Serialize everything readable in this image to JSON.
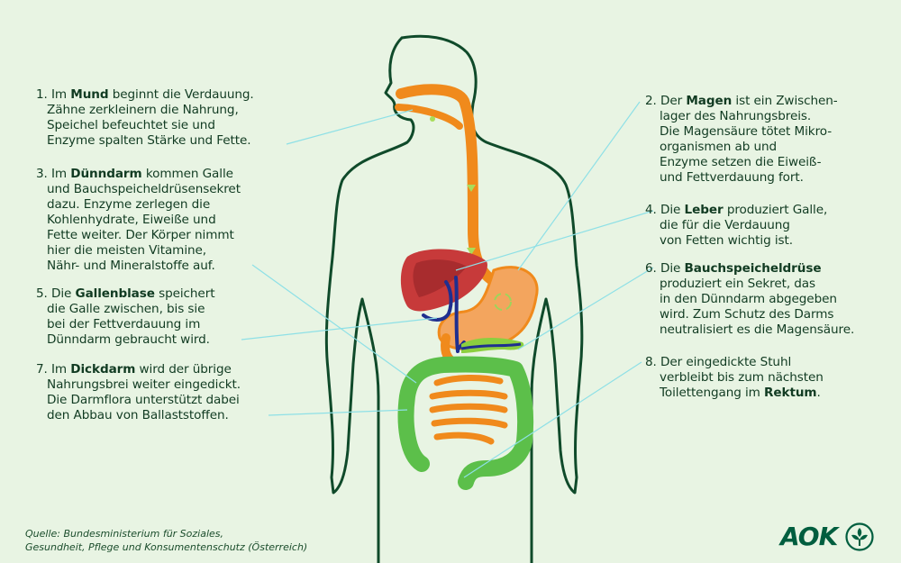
{
  "colors": {
    "background": "#e8f4e3",
    "text": "#113b22",
    "outline": "#0f4a2a",
    "esophagus": "#f08a1c",
    "stomach": "#f3a55e",
    "liver": "#c73a3a",
    "gallbladder": "#1f2f8f",
    "pancreas": "#8ccf3f",
    "colon": "#5cbf4a",
    "leader": "#8ee0e6",
    "brand": "#005e3f"
  },
  "notes": {
    "n1": {
      "num": "1.",
      "lines": [
        [
          "Im ",
          "Mund",
          " beginnt die Verdauung."
        ],
        [
          "Zähne zerkleinern die Nahrung,"
        ],
        [
          "Speichel befeuchtet sie und"
        ],
        [
          "Enzyme spalten Stärke und Fette."
        ]
      ]
    },
    "n2": {
      "num": "2.",
      "lines": [
        [
          "Der ",
          "Magen",
          " ist ein Zwischen-"
        ],
        [
          "lager des Nahrungsbreis."
        ],
        [
          "Die Magensäure tötet Mikro-"
        ],
        [
          "organismen ab und"
        ],
        [
          "Enzyme setzen die Eiweiß-"
        ],
        [
          "und Fettverdauung fort."
        ]
      ]
    },
    "n3": {
      "num": "3.",
      "lines": [
        [
          "Im ",
          "Dünndarm",
          " kommen Galle"
        ],
        [
          "und Bauchspeicheldrüsensekret"
        ],
        [
          "dazu. Enzyme zerlegen die"
        ],
        [
          "Kohlenhydrate, Eiweiße und"
        ],
        [
          "Fette weiter. Der Körper nimmt"
        ],
        [
          "hier die meisten Vitamine,"
        ],
        [
          "Nähr- und Mineralstoffe auf."
        ]
      ]
    },
    "n4": {
      "num": "4.",
      "lines": [
        [
          "Die ",
          "Leber",
          " produziert Galle,"
        ],
        [
          "die für die Verdauung"
        ],
        [
          "von Fetten wichtig ist."
        ]
      ]
    },
    "n5": {
      "num": "5.",
      "lines": [
        [
          "Die ",
          "Gallenblase",
          " speichert"
        ],
        [
          "die Galle zwischen, bis sie"
        ],
        [
          "bei der Fettverdauung im"
        ],
        [
          "Dünndarm gebraucht wird."
        ]
      ]
    },
    "n6": {
      "num": "6.",
      "lines": [
        [
          "Die ",
          "Bauchspeicheldrüse"
        ],
        [
          "produziert ein Sekret, das"
        ],
        [
          "in den Dünndarm abgegeben"
        ],
        [
          "wird. Zum Schutz des Darms"
        ],
        [
          "neutralisiert es die Magensäure."
        ]
      ]
    },
    "n7": {
      "num": "7.",
      "lines": [
        [
          "Im ",
          "Dickdarm",
          " wird der übrige"
        ],
        [
          "Nahrungsbrei weiter eingedickt."
        ],
        [
          "Die Darmflora unterstützt dabei"
        ],
        [
          "den Abbau von Ballaststoffen."
        ]
      ]
    },
    "n8": {
      "num": "8.",
      "lines": [
        [
          "Der eingedickte Stuhl"
        ],
        [
          "verbleibt bis zum nächsten"
        ],
        [
          "Toilettengang im ",
          "Rektum",
          "."
        ]
      ]
    }
  },
  "source": {
    "line1": "Quelle: Bundesministerium für Soziales,",
    "line2": "Gesundheit, Pflege und Konsumentenschutz (Österreich)"
  },
  "brand": {
    "name": "AOK",
    "icon": "aok-leaf-icon"
  }
}
